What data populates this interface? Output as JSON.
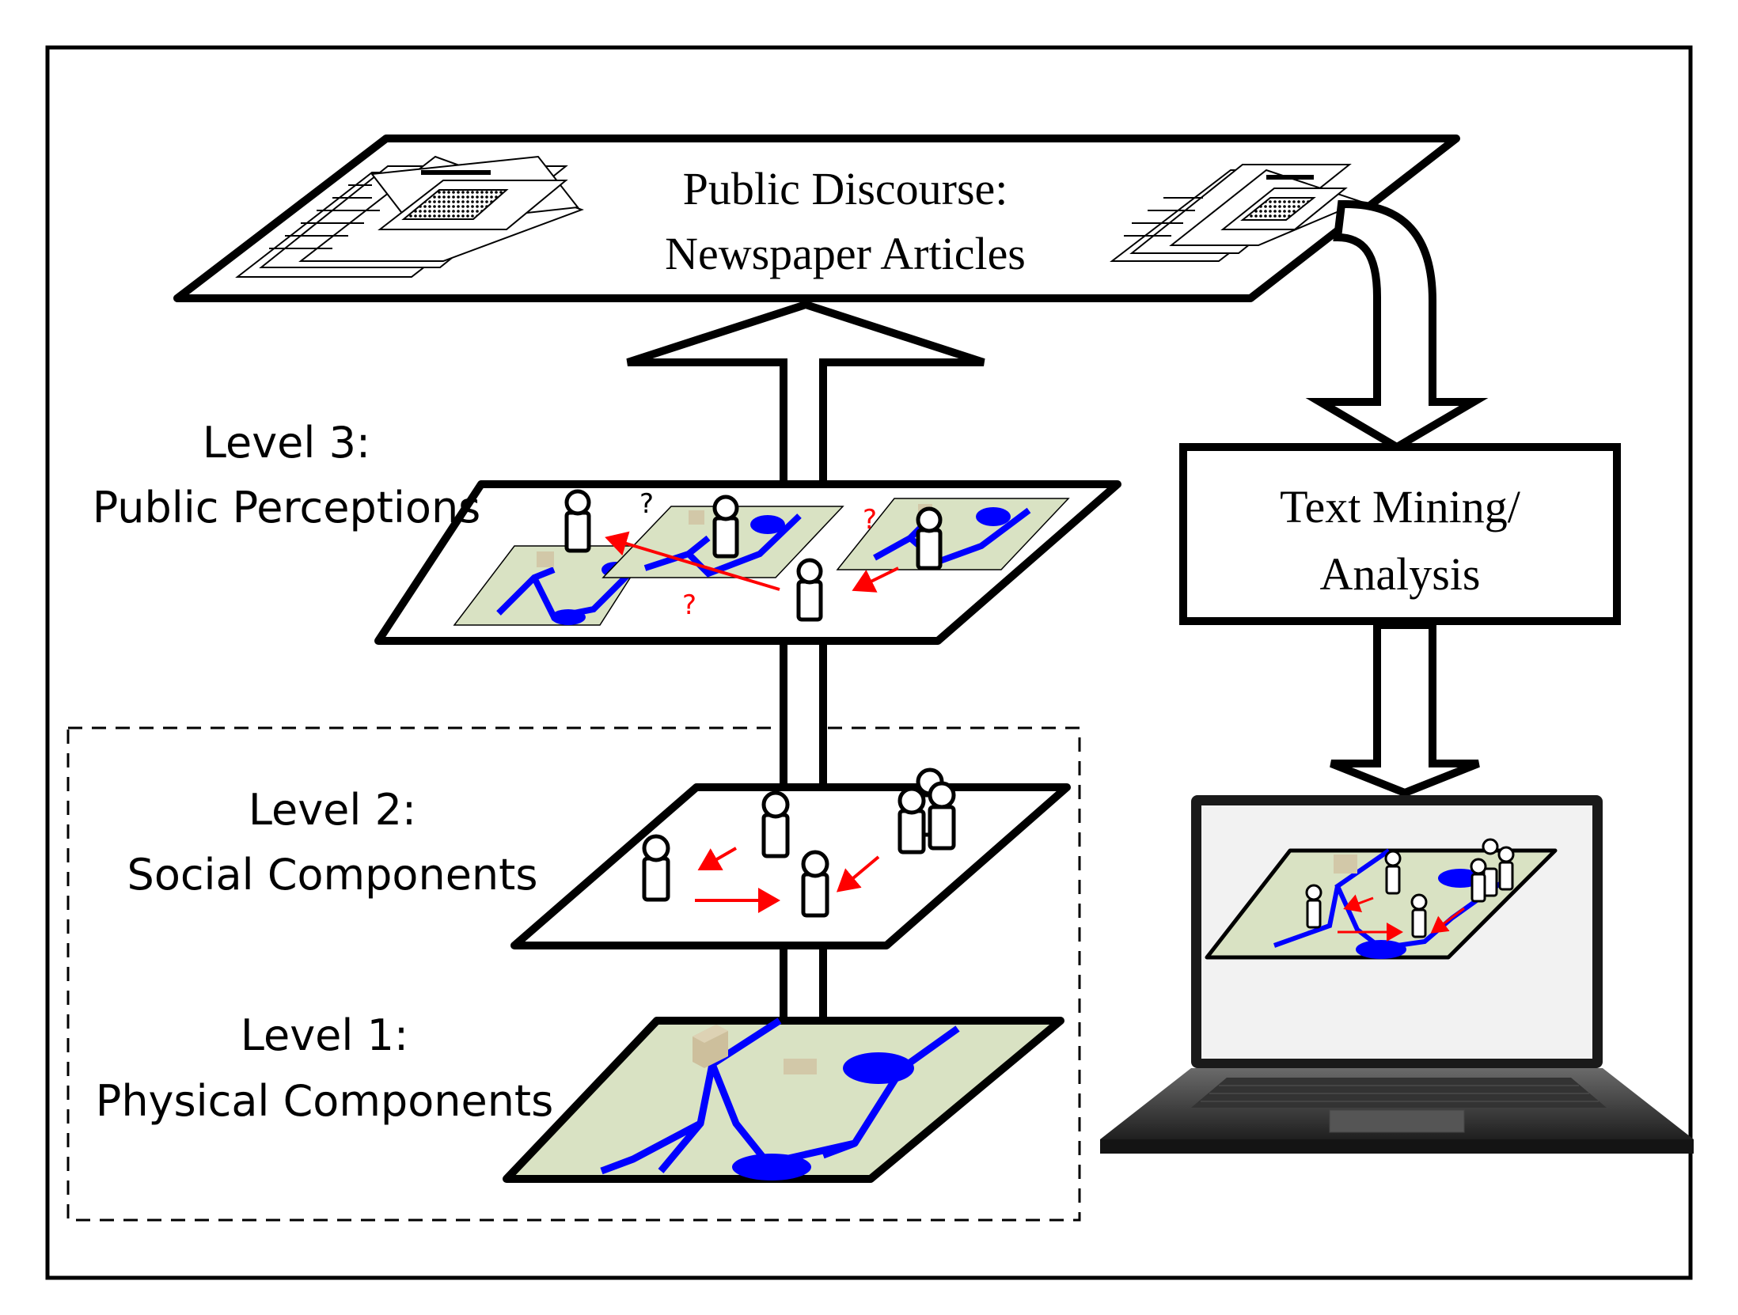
{
  "top_plane": {
    "line1": "Public Discourse:",
    "line2": "Newspaper Articles"
  },
  "level3": {
    "line1": "Level 3:",
    "line2": "Public Perceptions",
    "question_mark": "?"
  },
  "level2": {
    "line1": "Level 2:",
    "line2": "Social Components"
  },
  "level1": {
    "line1": "Level 1:",
    "line2": "Physical Components"
  },
  "analysis_box": {
    "line1": "Text Mining/",
    "line2": "Analysis"
  },
  "colors": {
    "map_fill": "#d9e2c3",
    "network": "#0000ff",
    "arrow": "#ff0000",
    "building": "#d2c8a8",
    "laptop": "#2a2a2a"
  }
}
